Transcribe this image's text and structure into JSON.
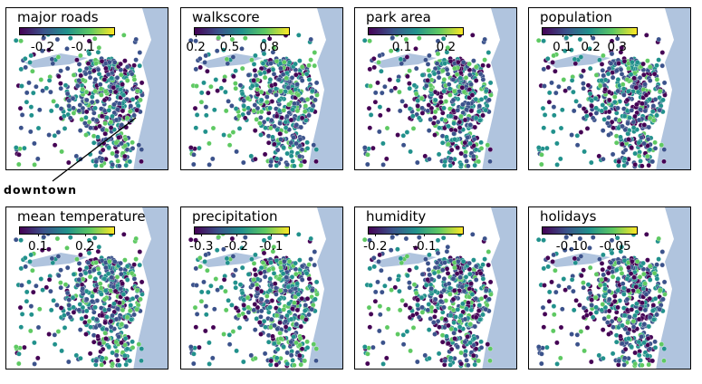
{
  "annotation": "downtown",
  "colormap": [
    "#440154",
    "#3b528b",
    "#21918c",
    "#5ec962",
    "#fde725"
  ],
  "water_color": "#b0c4de",
  "panels": [
    {
      "id": "major-roads",
      "title": "major roads",
      "ticks": [
        {
          "label": "-0.2",
          "pos": 0.25
        },
        {
          "label": "-0.1",
          "pos": 0.68
        }
      ],
      "bias": 0.55
    },
    {
      "id": "walkscore",
      "title": "walkscore",
      "ticks": [
        {
          "label": "0.2",
          "pos": 0.02
        },
        {
          "label": "0.5",
          "pos": 0.38
        },
        {
          "label": "0.8",
          "pos": 0.8
        }
      ],
      "bias": 0.5
    },
    {
      "id": "park-area",
      "title": "park area",
      "ticks": [
        {
          "label": "0.1",
          "pos": 0.36
        },
        {
          "label": "0.2",
          "pos": 0.83
        }
      ],
      "bias": 0.45
    },
    {
      "id": "population",
      "title": "population",
      "ticks": [
        {
          "label": "0.1",
          "pos": 0.22
        },
        {
          "label": "0.2",
          "pos": 0.52
        },
        {
          "label": "0.3",
          "pos": 0.8
        }
      ],
      "bias": 0.4
    },
    {
      "id": "mean-temperature",
      "title": "mean temperature",
      "ticks": [
        {
          "label": "0.1",
          "pos": 0.2
        },
        {
          "label": "0.2",
          "pos": 0.7
        }
      ],
      "bias": 0.5
    },
    {
      "id": "precipitation",
      "title": "precipitation",
      "ticks": [
        {
          "label": "-0.3",
          "pos": 0.08
        },
        {
          "label": "-0.2",
          "pos": 0.45
        },
        {
          "label": "-0.1",
          "pos": 0.82
        }
      ],
      "bias": 0.55
    },
    {
      "id": "humidity",
      "title": "humidity",
      "ticks": [
        {
          "label": "-0.2",
          "pos": 0.08
        },
        {
          "label": "-0.1",
          "pos": 0.6
        }
      ],
      "bias": 0.5
    },
    {
      "id": "holidays",
      "title": "holidays",
      "ticks": [
        {
          "label": "-0.10",
          "pos": 0.32
        },
        {
          "label": "-0.05",
          "pos": 0.78
        }
      ],
      "bias": 0.35
    }
  ]
}
